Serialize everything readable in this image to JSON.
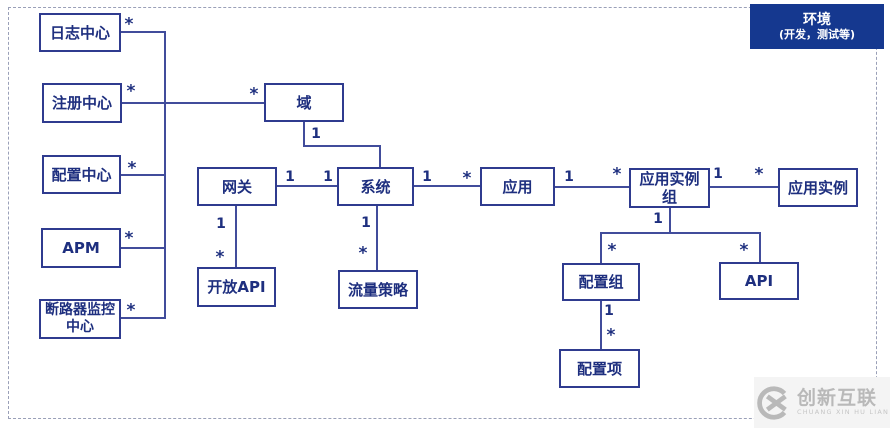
{
  "diagram": {
    "nodes": {
      "log_center": {
        "label": "日志中心"
      },
      "registry_center": {
        "label": "注册中心"
      },
      "config_center": {
        "label": "配置中心"
      },
      "apm": {
        "label": "APM"
      },
      "circuit_breaker_center": {
        "label": "断路器监控中心"
      },
      "domain": {
        "label": "域"
      },
      "gateway": {
        "label": "网关"
      },
      "system": {
        "label": "系统"
      },
      "application": {
        "label": "应用"
      },
      "app_instance_group": {
        "label": "应用实例组"
      },
      "app_instance": {
        "label": "应用实例"
      },
      "open_api": {
        "label": "开放API"
      },
      "traffic_policy": {
        "label": "流量策略"
      },
      "config_group": {
        "label": "配置组"
      },
      "api": {
        "label": "API"
      },
      "config_item": {
        "label": "配置项"
      }
    },
    "multiplicities": {
      "log_center_target": "*",
      "registry_center_target": "*",
      "config_center_target": "*",
      "apm_target": "*",
      "circuit_breaker_target": "*",
      "domain_target": "*",
      "domain_bottom": "1",
      "gateway_right": "1",
      "system_left": "1",
      "system_right": "1",
      "application_left": "*",
      "application_right": "1",
      "group_left": "*",
      "group_right": "1",
      "instance_left": "*",
      "gateway_bottom": "1",
      "open_api_top": "*",
      "system_bottom": "1",
      "traffic_policy_top": "*",
      "group_bottom": "1",
      "config_group_top": "*",
      "api_top": "*",
      "config_group_bottom": "1",
      "config_item_top": "*"
    },
    "environment_box": {
      "title": "环境",
      "subtitle": "(开发，测试等)"
    }
  },
  "watermark": {
    "name": "创新互联",
    "subtext": "CHUANG XIN HU LIAN"
  },
  "colors": {
    "box_border": "#2f3b8f",
    "connector_line": "#414c9b",
    "text_navy": "#1e2f7f",
    "environment_fill": "#15388f",
    "watermark_gray": "#b9b9b9",
    "dashed_border": "#9aa0b8"
  }
}
